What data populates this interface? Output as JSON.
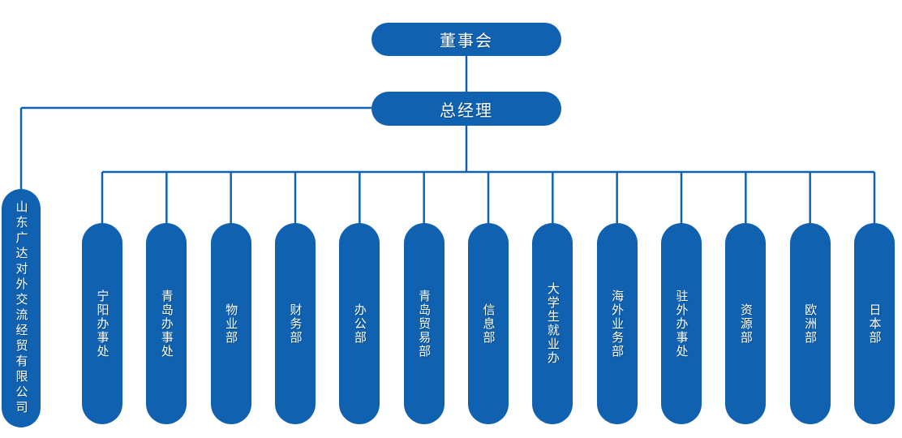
{
  "colors": {
    "node_fill": "#1062b1",
    "connector": "#1062b1",
    "node_text": "#ffffff",
    "background": "#ffffff"
  },
  "nodes": {
    "board": {
      "label": "董事会"
    },
    "general_manager": {
      "label": "总经理"
    },
    "company": {
      "label": "山东广达对外交流经贸有限公司"
    }
  },
  "departments": [
    "宁阳办事处",
    "青岛办事处",
    "物业部",
    "财务部",
    "办公部",
    "青岛贸易部",
    "信息部",
    "大学生就业办",
    "海外业务部",
    "驻外办事处",
    "资源部",
    "欧洲部",
    "日本部"
  ]
}
